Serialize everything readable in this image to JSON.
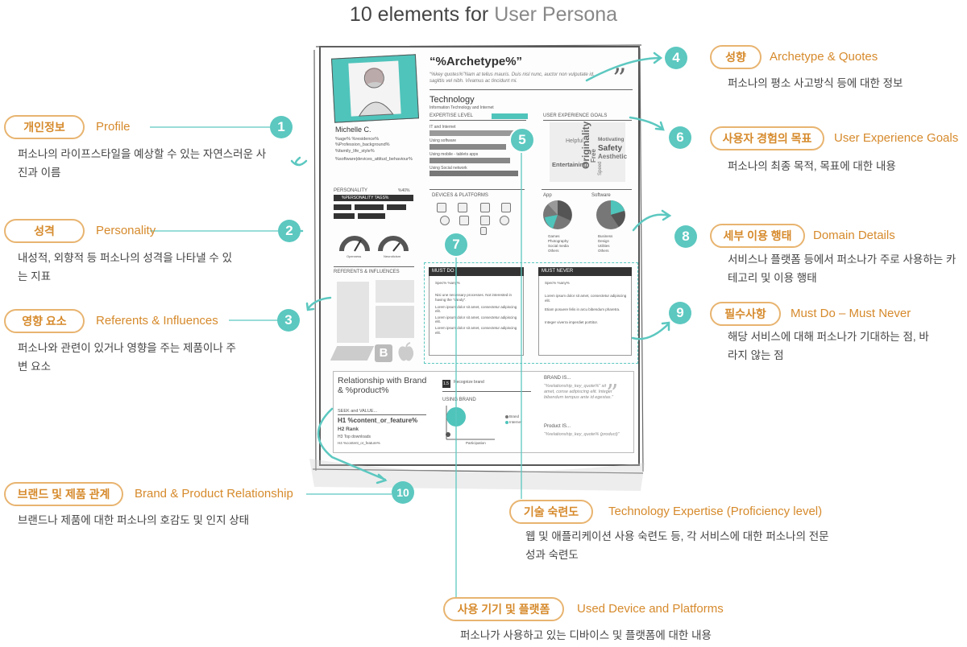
{
  "title": {
    "emphasis": "10 elements for",
    "rest": "User Persona"
  },
  "accent_colors": {
    "teal": "#5cc8c0",
    "orange": "#d68a2c",
    "pill_border": "#e8b470"
  },
  "elements": [
    {
      "num": "1",
      "ko": "개인정보",
      "en": "Profile",
      "desc": "퍼소나의 라이프스타일을 예상할 수 있는 자연스러운 사진과 이름"
    },
    {
      "num": "2",
      "ko": "성격",
      "en": "Personality",
      "desc": "내성적, 외향적 등 퍼소나의 성격을 나타낼 수 있는 지표"
    },
    {
      "num": "3",
      "ko": "영향 요소",
      "en": "Referents & Influences",
      "desc": "퍼소나와 관련이 있거나 영향을 주는 제품이나 주변 요소"
    },
    {
      "num": "4",
      "ko": "성향",
      "en": "Archetype & Quotes",
      "desc": "퍼소나의 평소 사고방식 등에 대한 정보"
    },
    {
      "num": "5",
      "ko": "기술 숙련도",
      "en": "Technology Expertise (Proficiency level)",
      "desc": "웹 및 애플리케이션 사용 숙련도 등, 각 서비스에 대한 퍼소나의 전문성과 숙련도"
    },
    {
      "num": "6",
      "ko": "사용자 경험의 목표",
      "en": "User Experience Goals",
      "desc": "퍼소나의 최종 목적, 목표에 대한 내용"
    },
    {
      "num": "7",
      "ko": "사용 기기 및 플랫폼",
      "en": "Used Device and Platforms",
      "desc": "퍼소나가 사용하고 있는 디바이스 및 플랫폼에 대한 내용"
    },
    {
      "num": "8",
      "ko": "세부 이용 행태",
      "en": "Domain Details",
      "desc": "서비스나 플랫폼 등에서 퍼소나가 주로 사용하는 카테고리 및 이용 행태"
    },
    {
      "num": "9",
      "ko": "필수사항",
      "en": "Must Do – Must Never",
      "desc": "해당 서비스에 대해 퍼소나가 기대하는 점, 바라지 않는 점"
    },
    {
      "num": "10",
      "ko": "브랜드 및 제품 관계",
      "en": "Brand & Product Relationship",
      "desc": "브랜드나 제품에 대한 퍼소나의 호감도 및 인지 상태"
    }
  ],
  "doc": {
    "archetype": "“%Archetype%”",
    "key_quotes": "“%key quotes%”Nam at tellus mauris. Duis nisl nunc, auctor non vulputate id, sagittis vel nibh. Vivamus ac tincidunt mi.",
    "name": "Michelle C.",
    "profile_lines": [
      "%age% %residence%",
      "%Profession_background%",
      "%family_life_style%",
      "%software|devices_attitud_behaviour%"
    ],
    "technology": "Technology",
    "technology_sub": "Information Technology and Internet",
    "expertise_level": "EXPERTISE LEVEL",
    "expertise_items": [
      "IT and Internet",
      "Using software",
      "Using mobile - tablets apps",
      "Using Social network"
    ],
    "ux_goals": "USER EXPERIENCE GOALS",
    "word_cloud": [
      "Helpful",
      "Originality",
      "Free",
      "Motivating",
      "Safety",
      "Aesthetic",
      "Entertaining",
      "Speed"
    ],
    "personality": "PERSONALITY",
    "personality_pct": "%40%",
    "personality_tags": "%PERSONALITY TAGS%",
    "gauge_labels": [
      "Openness",
      "Neuroticism"
    ],
    "referents": "REFERENTS & INFLUENCES",
    "devices": "DEVICES & PLATFORMS",
    "app": "App",
    "software": "Software",
    "app_legend": [
      "Games",
      "Photography",
      "Social media",
      "Others"
    ],
    "software_legend": [
      "Business",
      "Design",
      "Utilities",
      "Others"
    ],
    "must_do": "MUST DO",
    "must_never": "MUST NEVER",
    "must_do_items": [
      "Spec% %any%",
      "Nisi une necessary processes. Not interested in having the \"candy\".",
      "Lorem ipsum dolor sit amet, consectetur adipiscing elit.",
      "Lorem ipsum dolor sit amet, consectetur adipiscing elit.",
      "Lorem ipsum dolor sit amet, consectetur adipiscing elit."
    ],
    "must_never_items": [
      "Spec% %any%",
      "Lorem ipsum dolor sit amet, consectetur adipiscing elit.",
      "Etiam posuere felis in arcu bibendum pharetra.",
      "Integer viverra imperdiet porttitor."
    ],
    "relationship": "Relationship with Brand & %product%",
    "seek_value": "SEEK and VALUE...",
    "h1": "H1 %content_or_feature%",
    "h2": "H2 Rank",
    "h3": "H3 Top downloads",
    "h4": "H4 %content_or_feature%",
    "recognize": "Recognize brand",
    "score": "1.5",
    "using_brand": "USING BRAND",
    "participation": "Participation",
    "brand_legend": [
      "Brand",
      "Internet"
    ],
    "brand_is": "BRAND IS...",
    "brand_quote": "“%relationship_key_quote%” sit amet, conse adipiscing elit. Integer bibendum tempus ante id egestas.”",
    "product_is": "Product IS...",
    "product_quote": "“%relationship_key_quote% (product)”"
  }
}
